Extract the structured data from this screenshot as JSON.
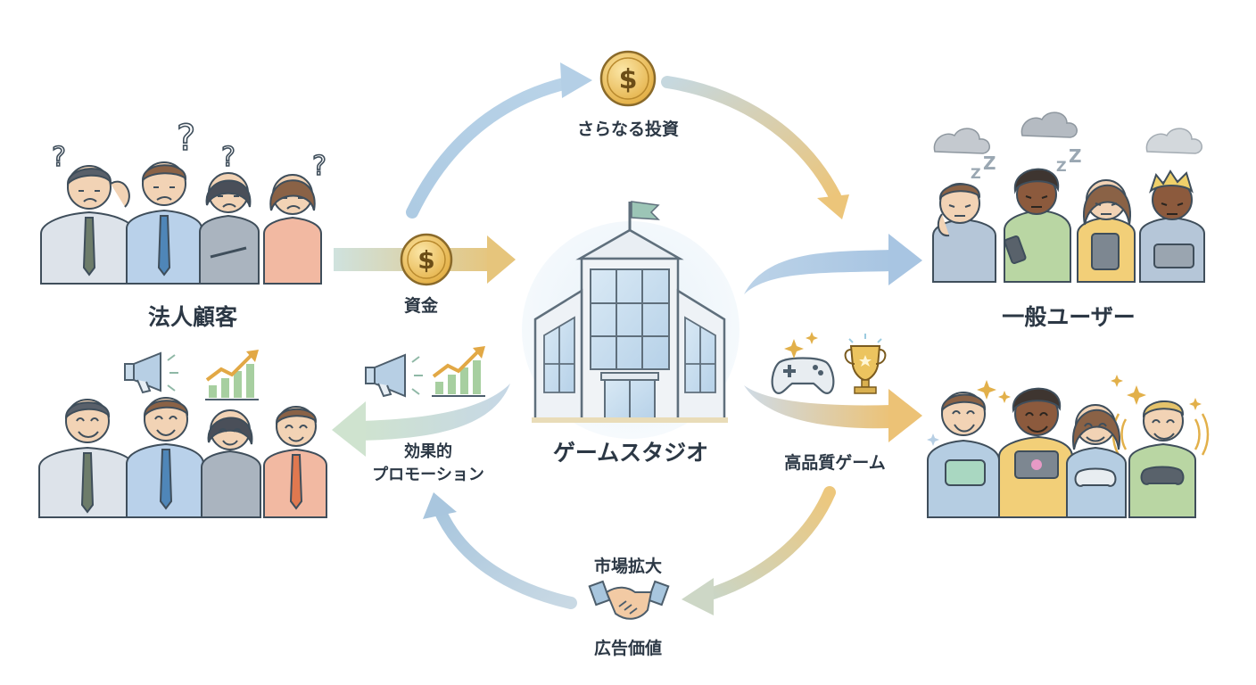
{
  "diagram": {
    "center": {
      "label": "ゲームスタジオ"
    },
    "nodes": {
      "corporate_clients": {
        "label": "法人顧客"
      },
      "general_users": {
        "label": "一般ユーザー"
      }
    },
    "flows": {
      "funding": {
        "label": "資金"
      },
      "further_investment": {
        "label": "さらなる投資"
      },
      "effective_promotion": {
        "label_line1": "効果的",
        "label_line2": "プロモーション"
      },
      "high_quality_games": {
        "label": "高品質ゲーム"
      },
      "market_expansion": {
        "label": "市場拡大"
      },
      "ad_value": {
        "label": "広告価値"
      }
    },
    "icons": {
      "dollar_symbol": "$"
    },
    "colors": {
      "arrow_blue": "#a9c8e0",
      "arrow_gold": "#e9c47a",
      "arrow_green": "#cfe3cf",
      "coin_gold": "#e8b84a",
      "text_dark": "#2c3845"
    }
  }
}
